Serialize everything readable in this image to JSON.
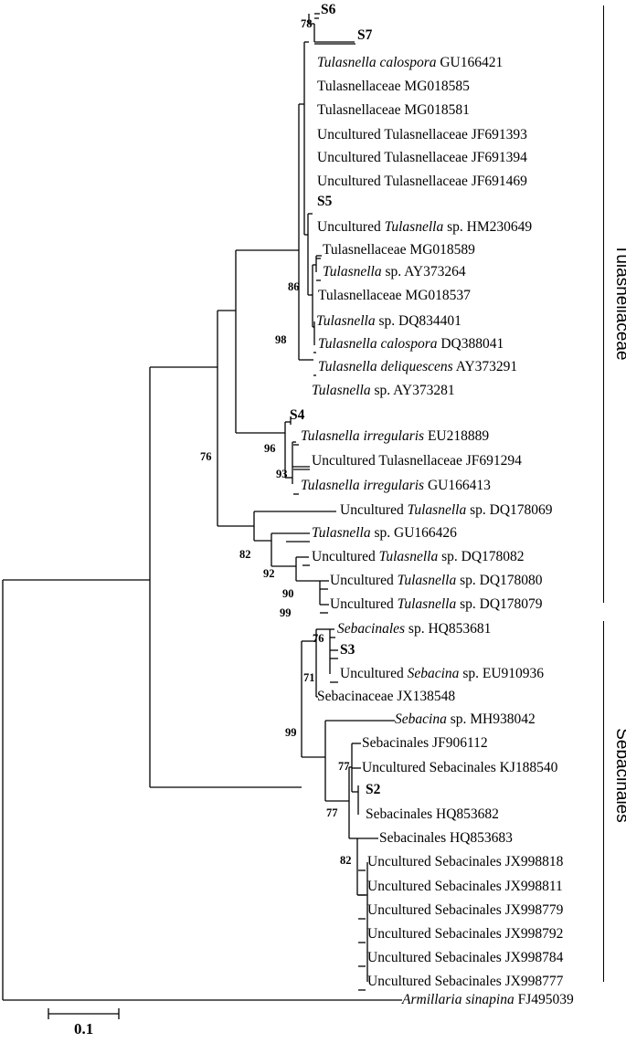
{
  "taxa": [
    {
      "parts": [
        {
          "t": "S6"
        }
      ],
      "bold": true
    },
    {
      "parts": [
        {
          "t": "S7"
        }
      ],
      "bold": true
    },
    {
      "parts": [
        {
          "t": "Tulasnella calospora",
          "i": true
        },
        {
          "t": " GU166421"
        }
      ]
    },
    {
      "parts": [
        {
          "t": "Tulasnellaceae MG018585"
        }
      ]
    },
    {
      "parts": [
        {
          "t": "Tulasnellaceae MG018581"
        }
      ]
    },
    {
      "parts": [
        {
          "t": "Uncultured Tulasnellaceae JF691393"
        }
      ]
    },
    {
      "parts": [
        {
          "t": "Uncultured Tulasnellaceae JF691394"
        }
      ]
    },
    {
      "parts": [
        {
          "t": "Uncultured Tulasnellaceae JF691469"
        }
      ]
    },
    {
      "parts": [
        {
          "t": "S5"
        }
      ],
      "bold": true
    },
    {
      "parts": [
        {
          "t": "Uncultured "
        },
        {
          "t": "Tulasnella",
          "i": true
        },
        {
          "t": " sp. HM230649"
        }
      ]
    },
    {
      "parts": [
        {
          "t": "Tulasnellaceae MG018589"
        }
      ]
    },
    {
      "parts": [
        {
          "t": "Tulasnella",
          "i": true
        },
        {
          "t": " sp. AY373264"
        }
      ]
    },
    {
      "parts": [
        {
          "t": "Tulasnellaceae MG018537"
        }
      ]
    },
    {
      "parts": [
        {
          "t": "Tulasnella",
          "i": true
        },
        {
          "t": " sp. DQ834401"
        }
      ]
    },
    {
      "parts": [
        {
          "t": "Tulasnella calospora",
          "i": true
        },
        {
          "t": " DQ388041"
        }
      ]
    },
    {
      "parts": [
        {
          "t": "Tulasnella deliquescens",
          "i": true
        },
        {
          "t": " AY373291"
        }
      ]
    },
    {
      "parts": [
        {
          "t": "Tulasnella",
          "i": true
        },
        {
          "t": " sp. AY373281"
        }
      ]
    },
    {
      "parts": [
        {
          "t": "S4"
        }
      ],
      "bold": true
    },
    {
      "parts": [
        {
          "t": "Tulasnella irregularis",
          "i": true
        },
        {
          "t": " EU218889"
        }
      ]
    },
    {
      "parts": [
        {
          "t": "Uncultured Tulasnellaceae JF691294"
        }
      ]
    },
    {
      "parts": [
        {
          "t": "Tulasnella irregularis",
          "i": true
        },
        {
          "t": " GU166413"
        }
      ]
    },
    {
      "parts": [
        {
          "t": "Uncultured "
        },
        {
          "t": "Tulasnella",
          "i": true
        },
        {
          "t": " sp. DQ178069"
        }
      ]
    },
    {
      "parts": [
        {
          "t": "Tulasnella",
          "i": true
        },
        {
          "t": " sp. GU166426"
        }
      ]
    },
    {
      "parts": [
        {
          "t": "Uncultured "
        },
        {
          "t": "Tulasnella",
          "i": true
        },
        {
          "t": " sp. DQ178082"
        }
      ]
    },
    {
      "parts": [
        {
          "t": "Uncultured "
        },
        {
          "t": "Tulasnella",
          "i": true
        },
        {
          "t": " sp. DQ178080"
        }
      ]
    },
    {
      "parts": [
        {
          "t": "Uncultured "
        },
        {
          "t": "Tulasnella",
          "i": true
        },
        {
          "t": " sp. DQ178079"
        }
      ]
    },
    {
      "parts": [
        {
          "t": "Sebacinales",
          "i": true
        },
        {
          "t": " sp. HQ853681"
        }
      ]
    },
    {
      "parts": [
        {
          "t": "S3"
        }
      ],
      "bold": true
    },
    {
      "parts": [
        {
          "t": "Uncultured "
        },
        {
          "t": "Sebacina",
          "i": true
        },
        {
          "t": " sp. EU910936"
        }
      ]
    },
    {
      "parts": [
        {
          "t": "Sebacinaceae JX138548"
        }
      ]
    },
    {
      "parts": [
        {
          "t": "Sebacina",
          "i": true
        },
        {
          "t": " sp. MH938042"
        }
      ]
    },
    {
      "parts": [
        {
          "t": "Sebacinales JF906112"
        }
      ]
    },
    {
      "parts": [
        {
          "t": "Uncultured Sebacinales KJ188540"
        }
      ]
    },
    {
      "parts": [
        {
          "t": "S2"
        }
      ],
      "bold": true
    },
    {
      "parts": [
        {
          "t": "Sebacinales HQ853682"
        }
      ]
    },
    {
      "parts": [
        {
          "t": "Sebacinales HQ853683"
        }
      ]
    },
    {
      "parts": [
        {
          "t": "Uncultured Sebacinales JX998818"
        }
      ]
    },
    {
      "parts": [
        {
          "t": "Uncultured Sebacinales JX998811"
        }
      ]
    },
    {
      "parts": [
        {
          "t": "Uncultured Sebacinales JX998779"
        }
      ]
    },
    {
      "parts": [
        {
          "t": "Uncultured Sebacinales JX998792"
        }
      ]
    },
    {
      "parts": [
        {
          "t": "Uncultured Sebacinales JX998784"
        }
      ]
    },
    {
      "parts": [
        {
          "t": "Uncultured Sebacinales JX998777"
        }
      ]
    },
    {
      "parts": [
        {
          "t": "Armillaria sinapina",
          "i": true
        },
        {
          "t": " FJ495039"
        }
      ]
    }
  ],
  "bootstraps": [
    "78",
    "86",
    "98",
    "96",
    "93",
    "76",
    "82",
    "92",
    "90",
    "99",
    "76",
    "71",
    "99",
    "77",
    "77",
    "82"
  ],
  "clades": {
    "tulasnellaceae": "Tulasnellaceae",
    "sebacinales": "Sebacinales"
  },
  "scale_bar": {
    "label": "0.1"
  }
}
